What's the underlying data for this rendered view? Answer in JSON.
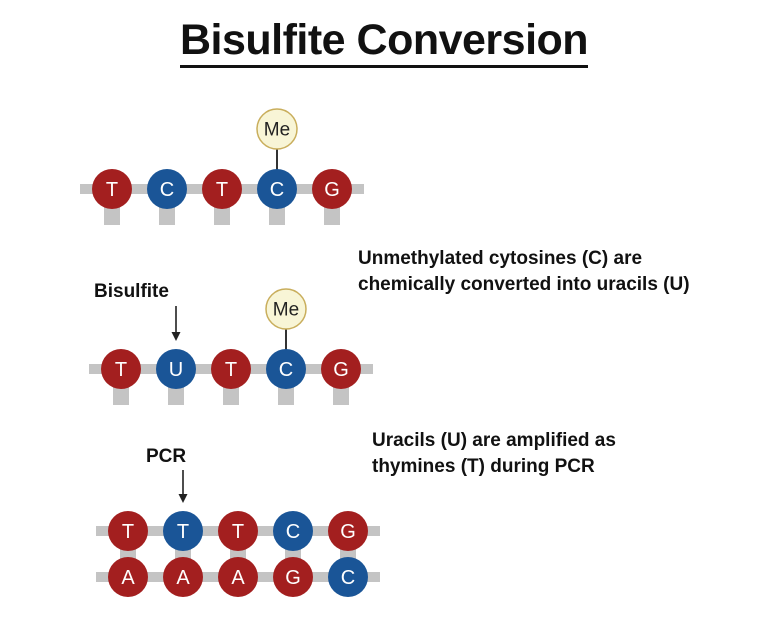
{
  "title": "Bisulfite Conversion",
  "colors": {
    "purine_red": "#a31f1f",
    "pyrimidine_blue": "#1a5597",
    "backbone_gray": "#c4c4c4",
    "methyl_fill": "#f8f5d6",
    "methyl_stroke": "#c9ae5c"
  },
  "methyl_label": "Me",
  "steps": [
    {
      "id": "original",
      "strand": [
        {
          "base": "T",
          "color": "red"
        },
        {
          "base": "C",
          "color": "blue"
        },
        {
          "base": "T",
          "color": "red"
        },
        {
          "base": "C",
          "color": "blue",
          "methylated": true
        },
        {
          "base": "G",
          "color": "red"
        }
      ]
    },
    {
      "id": "bisulfite",
      "arrow_label": "Bisulfite",
      "arrow_target_index": 1,
      "description": [
        "Unmethylated cytosines (C) are",
        "chemically converted into uracils (U)"
      ],
      "strand": [
        {
          "base": "T",
          "color": "red"
        },
        {
          "base": "U",
          "color": "blue"
        },
        {
          "base": "T",
          "color": "red"
        },
        {
          "base": "C",
          "color": "blue",
          "methylated": true
        },
        {
          "base": "G",
          "color": "red"
        }
      ]
    },
    {
      "id": "pcr",
      "arrow_label": "PCR",
      "arrow_target_index": 1,
      "description": [
        "Uracils (U) are amplified as",
        "thymines (T) during PCR"
      ],
      "strand": [
        {
          "base": "T",
          "color": "red"
        },
        {
          "base": "T",
          "color": "blue"
        },
        {
          "base": "T",
          "color": "red"
        },
        {
          "base": "C",
          "color": "blue"
        },
        {
          "base": "G",
          "color": "red"
        }
      ],
      "complement": [
        {
          "base": "A",
          "color": "red"
        },
        {
          "base": "A",
          "color": "red"
        },
        {
          "base": "A",
          "color": "red"
        },
        {
          "base": "G",
          "color": "red"
        },
        {
          "base": "C",
          "color": "blue"
        }
      ]
    }
  ]
}
